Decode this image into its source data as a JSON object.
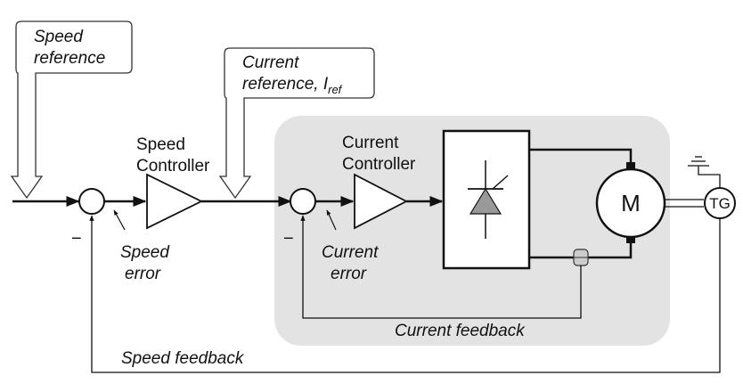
{
  "labels": {
    "speed_reference": [
      "Speed",
      "reference"
    ],
    "current_reference": [
      "Current",
      "reference, I"
    ],
    "current_reference_sub": "ref",
    "speed_controller": [
      "Speed",
      "Controller"
    ],
    "current_controller": [
      "Current",
      "Controller"
    ],
    "speed_error": [
      "Speed",
      "error"
    ],
    "current_error": [
      "Current",
      "error"
    ],
    "current_feedback": "Current feedback",
    "speed_feedback": "Speed feedback",
    "motor": "M",
    "tachogenerator": "TG",
    "minus_sign": "−"
  },
  "colors": {
    "line": "#111111",
    "shaded_region": "#e3e3e3",
    "triangle_fill": "#ffffff",
    "thyristor_fill": "#999999"
  }
}
